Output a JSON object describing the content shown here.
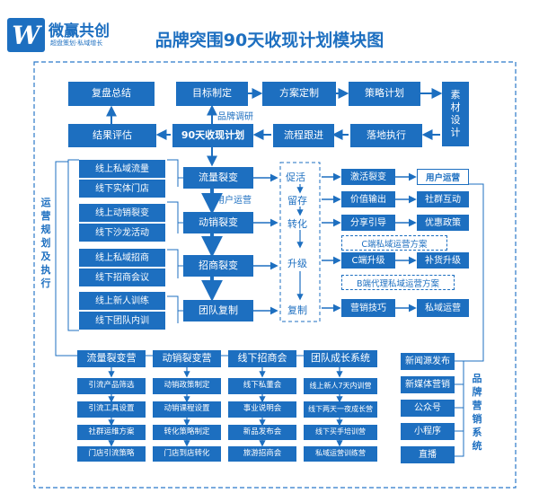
{
  "brand": {
    "name": "微赢共创",
    "slogan": "超盘策划·私域增长",
    "logo_letter": "W"
  },
  "title": "品牌突围90天收现计划模块图",
  "top": {
    "review": "复盘总结",
    "goal": "目标制定",
    "plan_custom": "方案定制",
    "strategy": "策略计划",
    "material": "素材设计",
    "brand_research": "品牌调研",
    "evaluate": "结果评估",
    "core": "90天收现计划",
    "follow": "流程跟进",
    "execute": "落地执行"
  },
  "left_group": [
    "线上私域流量",
    "线下实体门店",
    "线上动销裂变",
    "线下沙龙活动",
    "线上私域招商",
    "线下招商会议",
    "线上新人训练",
    "线下团队内训"
  ],
  "center": [
    "流量裂变",
    "动销裂变",
    "招商裂变",
    "团队复制"
  ],
  "user_ops_label": "用户运营",
  "flow": [
    "促活",
    "留存",
    "转化",
    "升级",
    "复制"
  ],
  "right": {
    "activate": "激活裂变",
    "user_ops": "用户运营",
    "value": "价值输出",
    "community": "社群互动",
    "share": "分享引导",
    "offer": "优惠政策",
    "c_plan": "C端私域运营方案",
    "c_upgrade": "C端升级",
    "restock": "补货升级",
    "b_plan": "B端代理私域运营方案",
    "skills": "营销技巧",
    "private_ops": "私域运营"
  },
  "ops_label": "运营规划及执行",
  "bottom": [
    {
      "title": "流量裂变营",
      "items": [
        "引流产品筛选",
        "引流工具设置",
        "社群运维方案",
        "门店引流策略"
      ]
    },
    {
      "title": "动销裂变营",
      "items": [
        "动销政策制定",
        "动销课程设置",
        "转化策略制定",
        "门店到店转化"
      ]
    },
    {
      "title": "线下招商会",
      "items": [
        "线下私董会",
        "事业说明会",
        "新品发布会",
        "旅游招商会"
      ]
    },
    {
      "title": "团队成长系统",
      "items": [
        "线上新人7天内训营",
        "线下两天一夜成长营",
        "线下买手培训营",
        "私域运营训练营"
      ]
    }
  ],
  "marketing": {
    "items": [
      "新闻源发布",
      "新媒体营销",
      "公众号",
      "小程序",
      "直播"
    ],
    "label": "品牌营销系统"
  },
  "colors": {
    "primary": "#1d6fc0",
    "frame": "#2b79c9"
  }
}
